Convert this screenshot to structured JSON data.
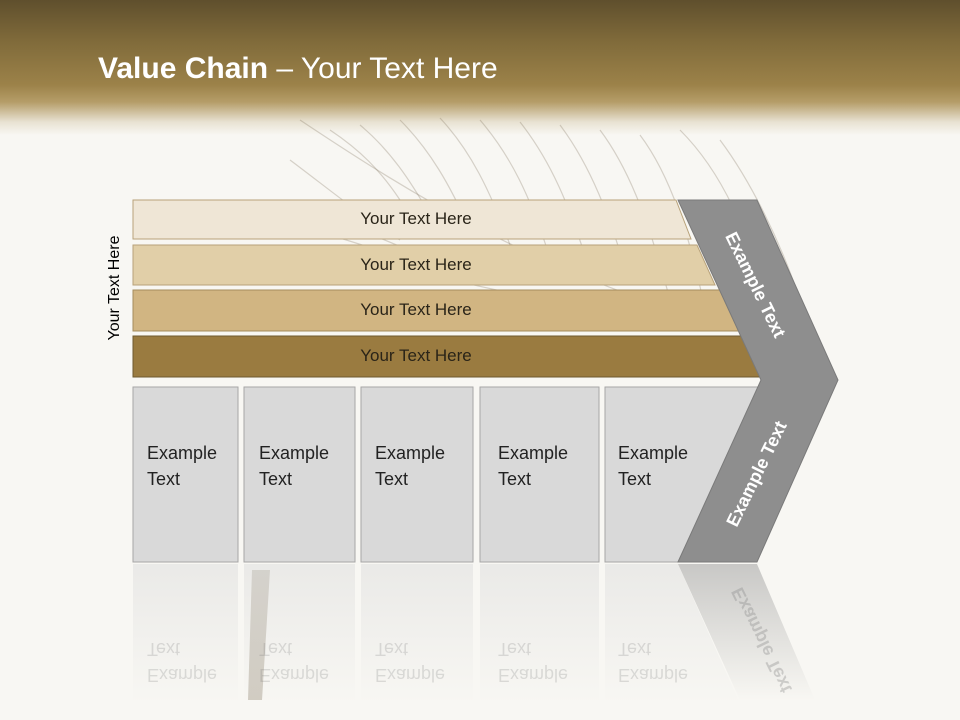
{
  "title": {
    "bold": "Value Chain",
    "rest": " – Your Text Here"
  },
  "side_label": "Your Text Here",
  "bars": [
    {
      "label": "Your Text Here",
      "color": "#efe6d6"
    },
    {
      "label": "Your Text Here",
      "color": "#e1cfa8"
    },
    {
      "label": "Your Text Here",
      "color": "#d1b582"
    },
    {
      "label": "Your Text Here",
      "color": "#9a7b40"
    }
  ],
  "boxes": [
    {
      "label": "Example\nText"
    },
    {
      "label": "Example\nText"
    },
    {
      "label": "Example\nText"
    },
    {
      "label": "Example\nText"
    },
    {
      "label": "Example\nText"
    }
  ],
  "chevron": {
    "upper": "Example Text",
    "lower": "Example Text",
    "color": "#8e8e8e"
  },
  "colors": {
    "header": "#7f6a3a",
    "box": "#d9d9d9",
    "box_border": "#a6a6a6"
  }
}
